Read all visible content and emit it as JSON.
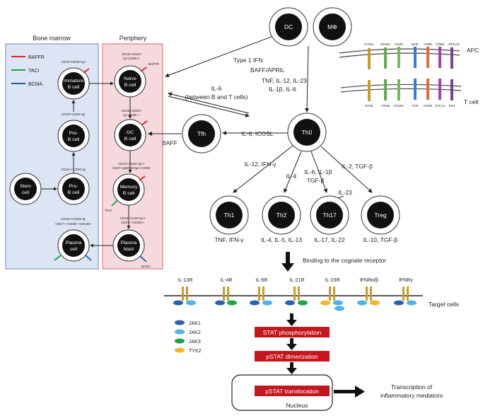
{
  "panels": {
    "bone_marrow": "Bone marrow",
    "periphery": "Periphery"
  },
  "legend_receptors": [
    {
      "name": "BAFFR",
      "color": "#e0252b"
    },
    {
      "name": "TACI",
      "color": "#1aa34a"
    },
    {
      "name": "BCMA",
      "color": "#1b5ea8"
    }
  ],
  "bone_marrow_cells": {
    "stem": [
      "Stem",
      "cell"
    ],
    "pro_b": [
      "Pro-",
      "B cell"
    ],
    "pre_b": [
      "Pre-",
      "B cell"
    ],
    "immature": [
      "Immature",
      "B cell"
    ],
    "plasma": [
      "Plasma",
      "cell"
    ],
    "markers": {
      "immature": "CD19+CD20+Ig+",
      "pre_b": "CD19+CD20+Ig-",
      "pro_b": "CD19+/-CD20-Ig-",
      "plasma_1": "CD19+/-CD20-Ig-",
      "plasma_2": "CD27++CD38++CD138+"
    }
  },
  "periphery_cells": {
    "naive": [
      "Naïve",
      "B cell"
    ],
    "gc": [
      "GC",
      "B cell"
    ],
    "memory": [
      "Memory",
      "B cell"
    ],
    "plasmablast": [
      "Plasma",
      "blast"
    ],
    "markers": {
      "naive_1": "CD19+CD20+",
      "naive_2": "Ig+CD38+/-",
      "gc_1": "CD19+CD20+",
      "gc_2": "Ig+CD38++",
      "memory_1": "CD19+CD20+Ig+/-",
      "memory_2": "CD27+IgM/IgG/IgA+CD38-",
      "plasmablast_1": "CD19+CD20-Ig+/-",
      "plasmablast_2": "CD27++CD38++"
    },
    "baffr_tag": "BAFFR",
    "taci_tag": "TACI",
    "bcma_tag": "BCMA"
  },
  "top_cells": {
    "dc": "DC",
    "macrophage": "MΦ"
  },
  "top_labels": {
    "type1_ifn": "Type 1 IFN",
    "baff_april": "BAFF/APRIL",
    "cytokines_1": "TNF, IL-12, IL-23",
    "cytokines_2": "IL-1β, IL-6",
    "il6_1": "IL-6",
    "il6_2": "(between B and T cells)"
  },
  "tfh": {
    "name": "Tfh",
    "signal": "IL-6, ICOSL",
    "baff": "BAFF"
  },
  "th0": {
    "name": "Th0"
  },
  "th_branches": [
    {
      "name": "Th1",
      "inducer": "IL-12, IFN-γ",
      "outputs": "TNF, IFN-γ"
    },
    {
      "name": "Th2",
      "inducer": "IL-4",
      "outputs": "IL-4, IL-5, IL-13"
    },
    {
      "name": "Th17",
      "inducer_1": "IL-6, IL-1β",
      "inducer_2": "TGF-β",
      "extra": "IL-23",
      "outputs": "IL-17, IL-22"
    },
    {
      "name": "Treg",
      "inducer": "IL-2, TGF-β",
      "outputs": "IL-10, TGF-β"
    }
  ],
  "apc_panel": {
    "apc": "APC",
    "tcell": "T cell",
    "apc_markers": [
      "ICOSL",
      "OX40L",
      "CD40",
      "MHC",
      "CD80",
      "CD86",
      "PDL1/2"
    ],
    "t_markers": [
      "ICOS",
      "OX40",
      "CD40L",
      "TCR",
      "CD28",
      "CTLA4",
      "PD1"
    ]
  },
  "binding_label": "Binding to the cognate receptor",
  "receptors": [
    "IL-13R",
    "IL-4R",
    "IL-6R",
    "IL-21R",
    "IL-23R",
    "IFNRα/β",
    "IFNRγ"
  ],
  "target_cells": "Target cells",
  "jak_legend": [
    {
      "name": "JAK1",
      "color": "#2f5fae"
    },
    {
      "name": "JAK2",
      "color": "#4fb3e8"
    },
    {
      "name": "JAK3",
      "color": "#1aa34a"
    },
    {
      "name": "TYK2",
      "color": "#f0b62b"
    }
  ],
  "steps": [
    "STAT phosphorylation",
    "pSTAT dimerization",
    "pSTAT translocation"
  ],
  "nucleus": "Nucleus",
  "transcription": [
    "Transcription of",
    "inflammatory mediators"
  ]
}
